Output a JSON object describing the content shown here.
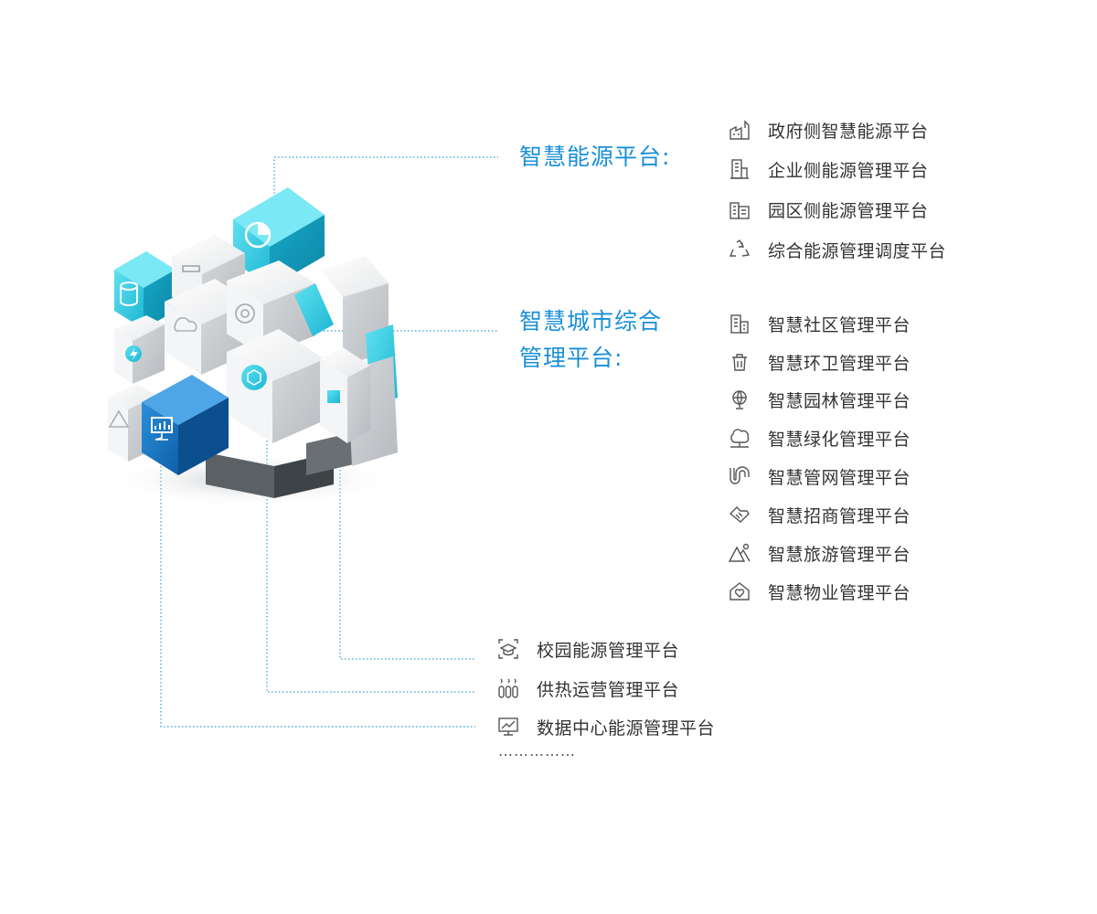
{
  "energy_platform": {
    "heading": "智慧能源平台:",
    "items": [
      {
        "label": "政府侧智慧能源平台",
        "icon": "factory-icon"
      },
      {
        "label": "企业侧能源管理平台",
        "icon": "building-icon"
      },
      {
        "label": "园区侧能源管理平台",
        "icon": "office-buildings-icon"
      },
      {
        "label": "综合能源管理调度平台",
        "icon": "recycle-icon"
      }
    ]
  },
  "city_platform": {
    "heading_line1": "智慧城市综合",
    "heading_line2": "管理平台:",
    "items": [
      {
        "label": "智慧社区管理平台",
        "icon": "community-icon"
      },
      {
        "label": "智慧环卫管理平台",
        "icon": "trash-bin-icon"
      },
      {
        "label": "智慧园林管理平台",
        "icon": "globe-icon"
      },
      {
        "label": "智慧绿化管理平台",
        "icon": "trees-icon"
      },
      {
        "label": "智慧管网管理平台",
        "icon": "pipe-icon"
      },
      {
        "label": "智慧招商管理平台",
        "icon": "handshake-icon"
      },
      {
        "label": "智慧旅游管理平台",
        "icon": "mountain-icon"
      },
      {
        "label": "智慧物业管理平台",
        "icon": "home-heart-icon"
      }
    ]
  },
  "other_platforms": {
    "items": [
      {
        "label": "校园能源管理平台",
        "icon": "graduation-cap-icon"
      },
      {
        "label": "供热运营管理平台",
        "icon": "radiator-icon"
      },
      {
        "label": "数据中心能源管理平台",
        "icon": "monitor-chart-icon"
      }
    ],
    "more": "……………"
  },
  "colors": {
    "accent": "#1a8fd8",
    "cyan": "#2fc8e0",
    "deep_blue": "#1577c8",
    "connector": "#2a9fd8"
  }
}
